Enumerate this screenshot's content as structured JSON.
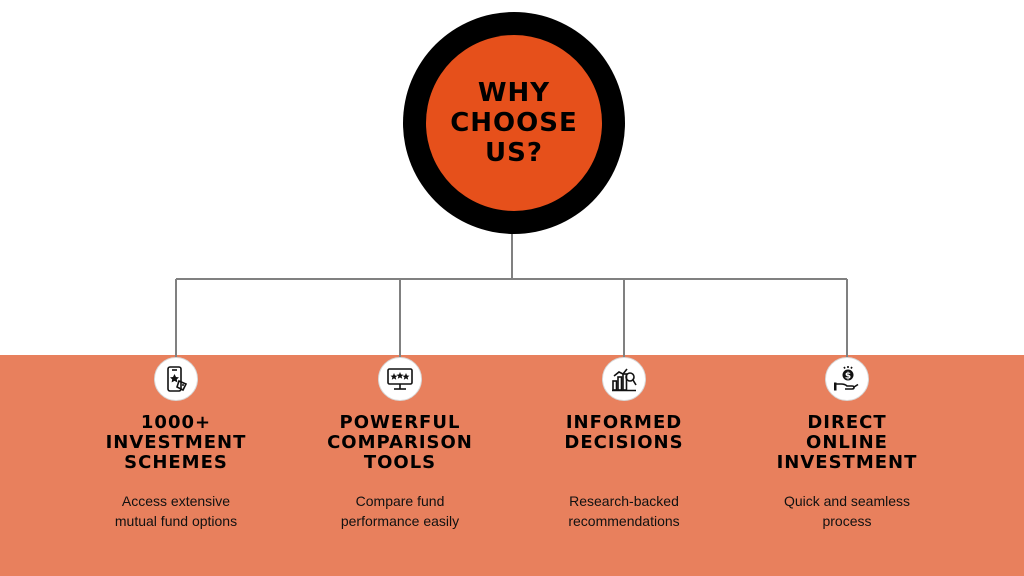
{
  "hub": {
    "title": "WHY\nCHOOSE\nUS?"
  },
  "colors": {
    "hub_ring": "#000000",
    "hub_fill": "#E6501B",
    "band": "#E8805D",
    "connector": "#808080"
  },
  "features": [
    {
      "icon": "mobile-rating-icon",
      "title": "1000+\nINVESTMENT\nSCHEMES",
      "description": "Access extensive\nmutual fund options"
    },
    {
      "icon": "monitor-stars-icon",
      "title": "POWERFUL\nCOMPARISON\nTOOLS",
      "description": "Compare fund\nperformance easily"
    },
    {
      "icon": "chart-magnifier-icon",
      "title": "INFORMED\nDECISIONS",
      "description": "Research-backed\nrecommendations"
    },
    {
      "icon": "hand-coin-icon",
      "title": "DIRECT\nONLINE\nINVESTMENT",
      "description": "Quick and seamless\nprocess"
    }
  ]
}
